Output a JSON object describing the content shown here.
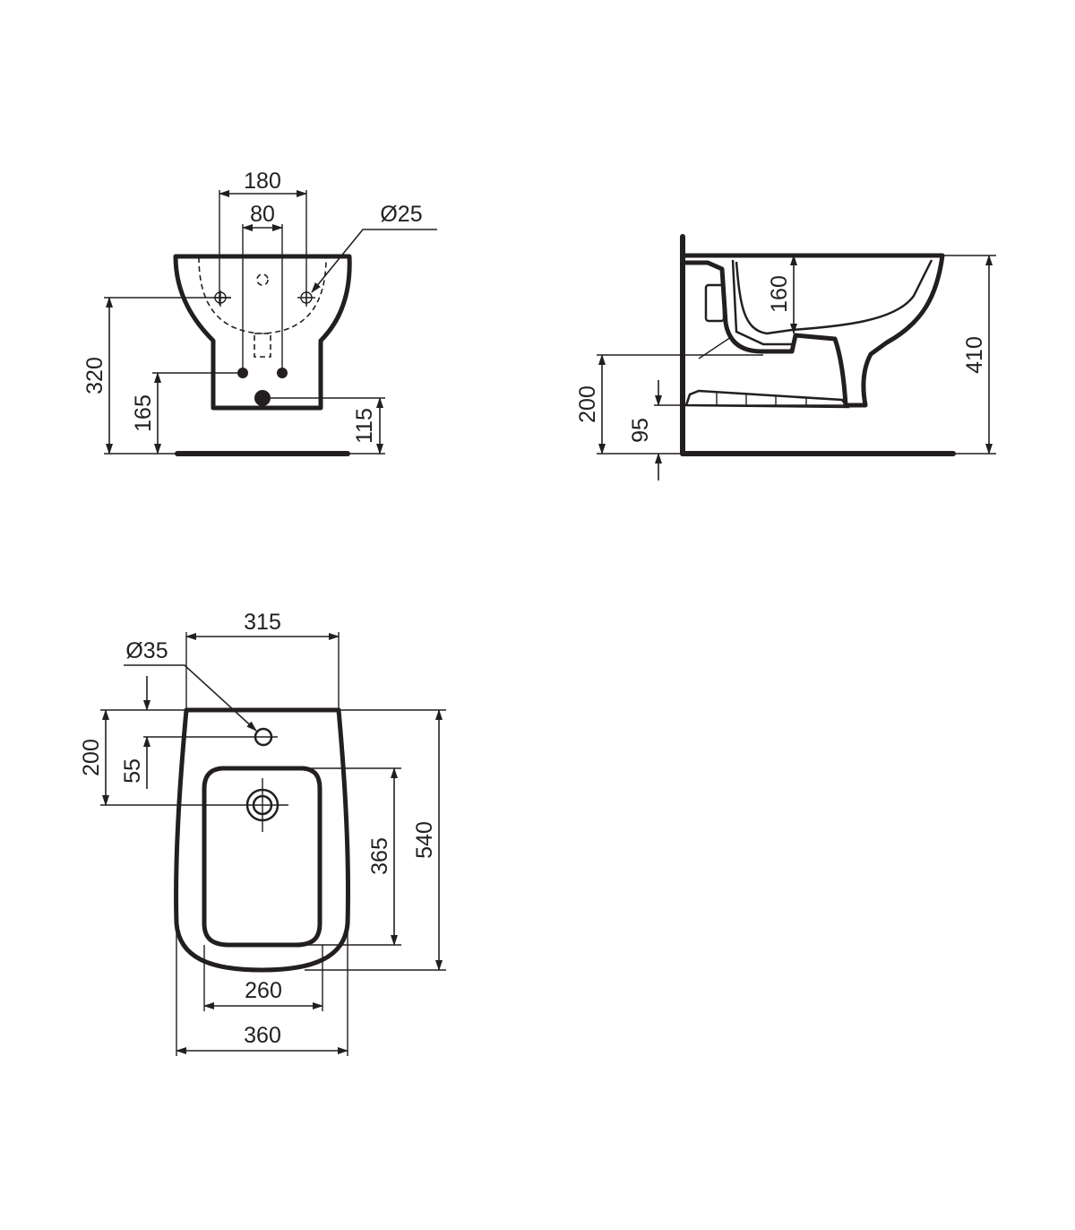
{
  "front_view": {
    "dims": {
      "width_180": "180",
      "width_80": "80",
      "diameter_25": "Ø25",
      "height_320": "320",
      "height_165": "165",
      "height_115": "115"
    }
  },
  "side_view": {
    "dims": {
      "height_160": "160",
      "height_410": "410",
      "height_200": "200",
      "height_95": "95"
    }
  },
  "top_view": {
    "dims": {
      "width_315": "315",
      "diameter_35": "Ø35",
      "offset_200": "200",
      "offset_55": "55",
      "depth_365": "365",
      "depth_540": "540",
      "width_260": "260",
      "width_360": "360"
    }
  },
  "colors": {
    "ink": "#231f20",
    "paper": "#ffffff"
  }
}
